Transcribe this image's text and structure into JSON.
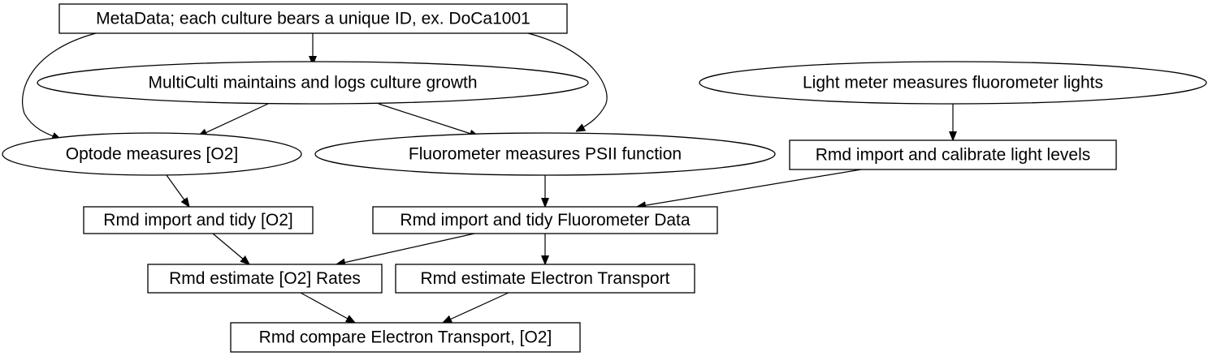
{
  "colors": {
    "stroke": "#000000",
    "background": "#ffffff",
    "text": "#000000"
  },
  "nodes": {
    "metadata": {
      "label": "MetaData; each culture bears a unique ID, ex. DoCa1001",
      "shape": "box"
    },
    "multiculti": {
      "label": "MultiCulti maintains and logs culture growth",
      "shape": "ellipse"
    },
    "lightmeter": {
      "label": "Light meter measures fluorometer lights",
      "shape": "ellipse"
    },
    "optode": {
      "label": "Optode measures [O2]",
      "shape": "ellipse"
    },
    "fluorometer": {
      "label": "Fluorometer measures PSII function",
      "shape": "ellipse"
    },
    "rmd_calibrate": {
      "label": "Rmd import and calibrate light levels",
      "shape": "box"
    },
    "rmd_tidy_o2": {
      "label": "Rmd import and tidy [O2]",
      "shape": "box"
    },
    "rmd_tidy_fluoro": {
      "label": "Rmd import and tidy Fluorometer Data",
      "shape": "box"
    },
    "rmd_o2_rates": {
      "label": "Rmd estimate [O2] Rates",
      "shape": "box"
    },
    "rmd_electron": {
      "label": "Rmd estimate Electron Transport",
      "shape": "box"
    },
    "rmd_compare": {
      "label": "Rmd compare Electron Transport, [O2]",
      "shape": "box"
    }
  },
  "edges": [
    {
      "from": "metadata",
      "to": "multiculti"
    },
    {
      "from": "metadata",
      "to": "optode"
    },
    {
      "from": "metadata",
      "to": "fluorometer"
    },
    {
      "from": "multiculti",
      "to": "optode"
    },
    {
      "from": "multiculti",
      "to": "fluorometer"
    },
    {
      "from": "lightmeter",
      "to": "rmd_calibrate"
    },
    {
      "from": "optode",
      "to": "rmd_tidy_o2"
    },
    {
      "from": "fluorometer",
      "to": "rmd_tidy_fluoro"
    },
    {
      "from": "rmd_calibrate",
      "to": "rmd_tidy_fluoro"
    },
    {
      "from": "rmd_tidy_o2",
      "to": "rmd_o2_rates"
    },
    {
      "from": "rmd_tidy_fluoro",
      "to": "rmd_o2_rates"
    },
    {
      "from": "rmd_tidy_fluoro",
      "to": "rmd_electron"
    },
    {
      "from": "rmd_o2_rates",
      "to": "rmd_compare"
    },
    {
      "from": "rmd_electron",
      "to": "rmd_compare"
    }
  ]
}
